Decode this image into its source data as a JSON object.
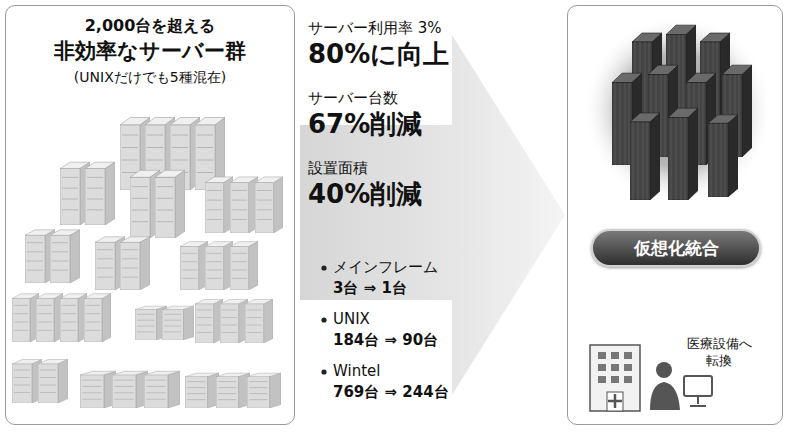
{
  "diagram": {
    "nodes": [
      {
        "text": [
          "2,000台を超える",
          "非効率なサーバー群",
          "(UNIXだけでも5種混在)"
        ]
      },
      {
        "text": [
          "サーバー利用率 3%",
          "80%に向上",
          "サーバー台数",
          "67%削減",
          "設置面積",
          "40%削減",
          "メインフレーム",
          "3台 ⇒ 1台",
          "UNIX",
          "184台 ⇒ 90台",
          "Wintel",
          "769台 ⇒ 244台"
        ]
      },
      {
        "text": [
          "医療設備へ 転換"
        ]
      },
      {
        "text": [
          "仮想化統合"
        ],
        "in": 2
      }
    ]
  }
}
